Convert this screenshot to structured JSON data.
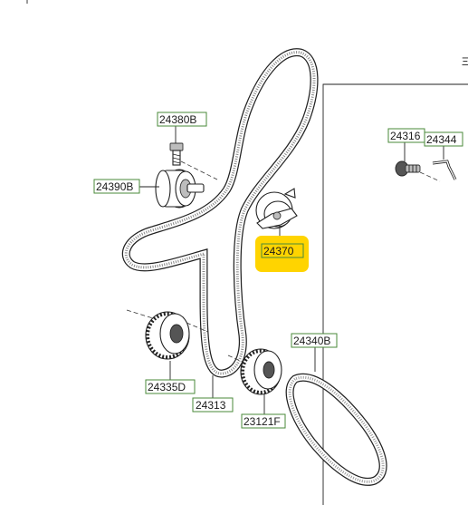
{
  "labels": {
    "p24380B": "24380B",
    "p24390B": "24390B",
    "p24370": "24370",
    "p24316": "24316",
    "p24344": "24344",
    "p24340B": "24340B",
    "p24335D": "24335D",
    "p24313": "24313",
    "p23121F": "23121F"
  },
  "colors": {
    "highlight": "#FFD400",
    "label_border": "#4a8a3a",
    "line": "#222222"
  }
}
